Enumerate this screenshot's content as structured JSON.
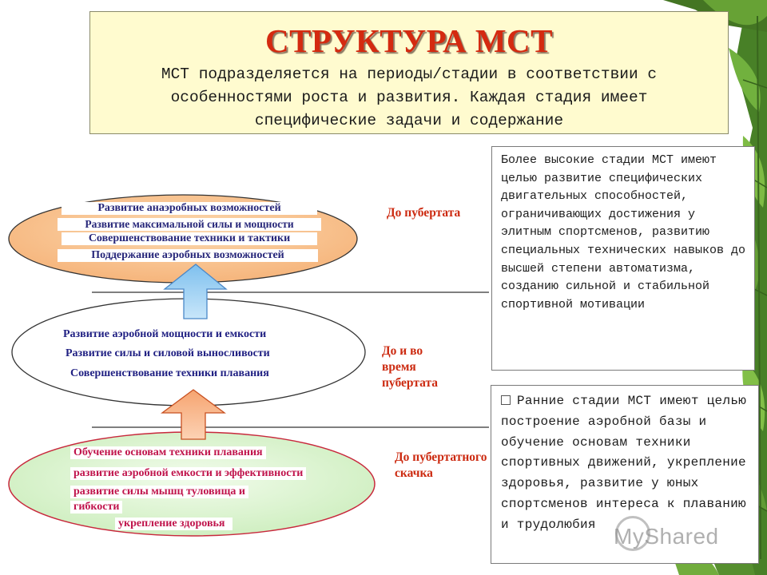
{
  "header": {
    "title": "СТРУКТУРА МСТ",
    "subtitle_lines": [
      "МСТ подразделяется на периоды/стадии в соответствии с",
      "особенностями роста и развития. Каждая стадия имеет",
      "специфические задачи и содержание"
    ]
  },
  "stages": {
    "top": {
      "label": "До пубертата",
      "items": [
        "Развитие анаэробных возможностей",
        "Развитие максимальной силы и мощности",
        "Совершенствование техники и тактики",
        "Поддержание аэробных возможностей"
      ]
    },
    "middle": {
      "label": "До и во время пубертата",
      "items": [
        "Развитие аэробной мощности и емкости",
        "Развитие силы и силовой выносливости",
        "Совершенствование техники плавания"
      ]
    },
    "bottom": {
      "label": "До пубертатного скачка",
      "items": [
        "Обучение основам техники плавания",
        "развитие аэробной емкости и эффективности",
        "развитие силы мышц туловища и",
        "гибкости",
        "укрепление здоровья"
      ]
    }
  },
  "notes": {
    "upper": "Более высокие стадии МСТ имеют целью развитие специфических двигательных способностей, ограничивающих достижения у элитным спортсменов, развитию специальных технических навыков до высшей степени автоматизма, созданию сильной и стабильной спортивной мотивации",
    "lower": "Ранние стадии МСТ имеют целью построение аэробной базы и обучение основам техники спортивных движений, укрепление здоровья, развитие у юных спортсменов интереса к плаванию и трудолюбия"
  },
  "watermark": "MyShared",
  "colors": {
    "title": "#d42a10",
    "title_box": "#fffbcf",
    "top_ellipse": "#f9c48c",
    "bottom_ellipse": "#dff5d2",
    "arrow_blue": "#9fd0f2",
    "arrow_orange": "#f9b88c",
    "stage_label": "#cc2a10"
  }
}
